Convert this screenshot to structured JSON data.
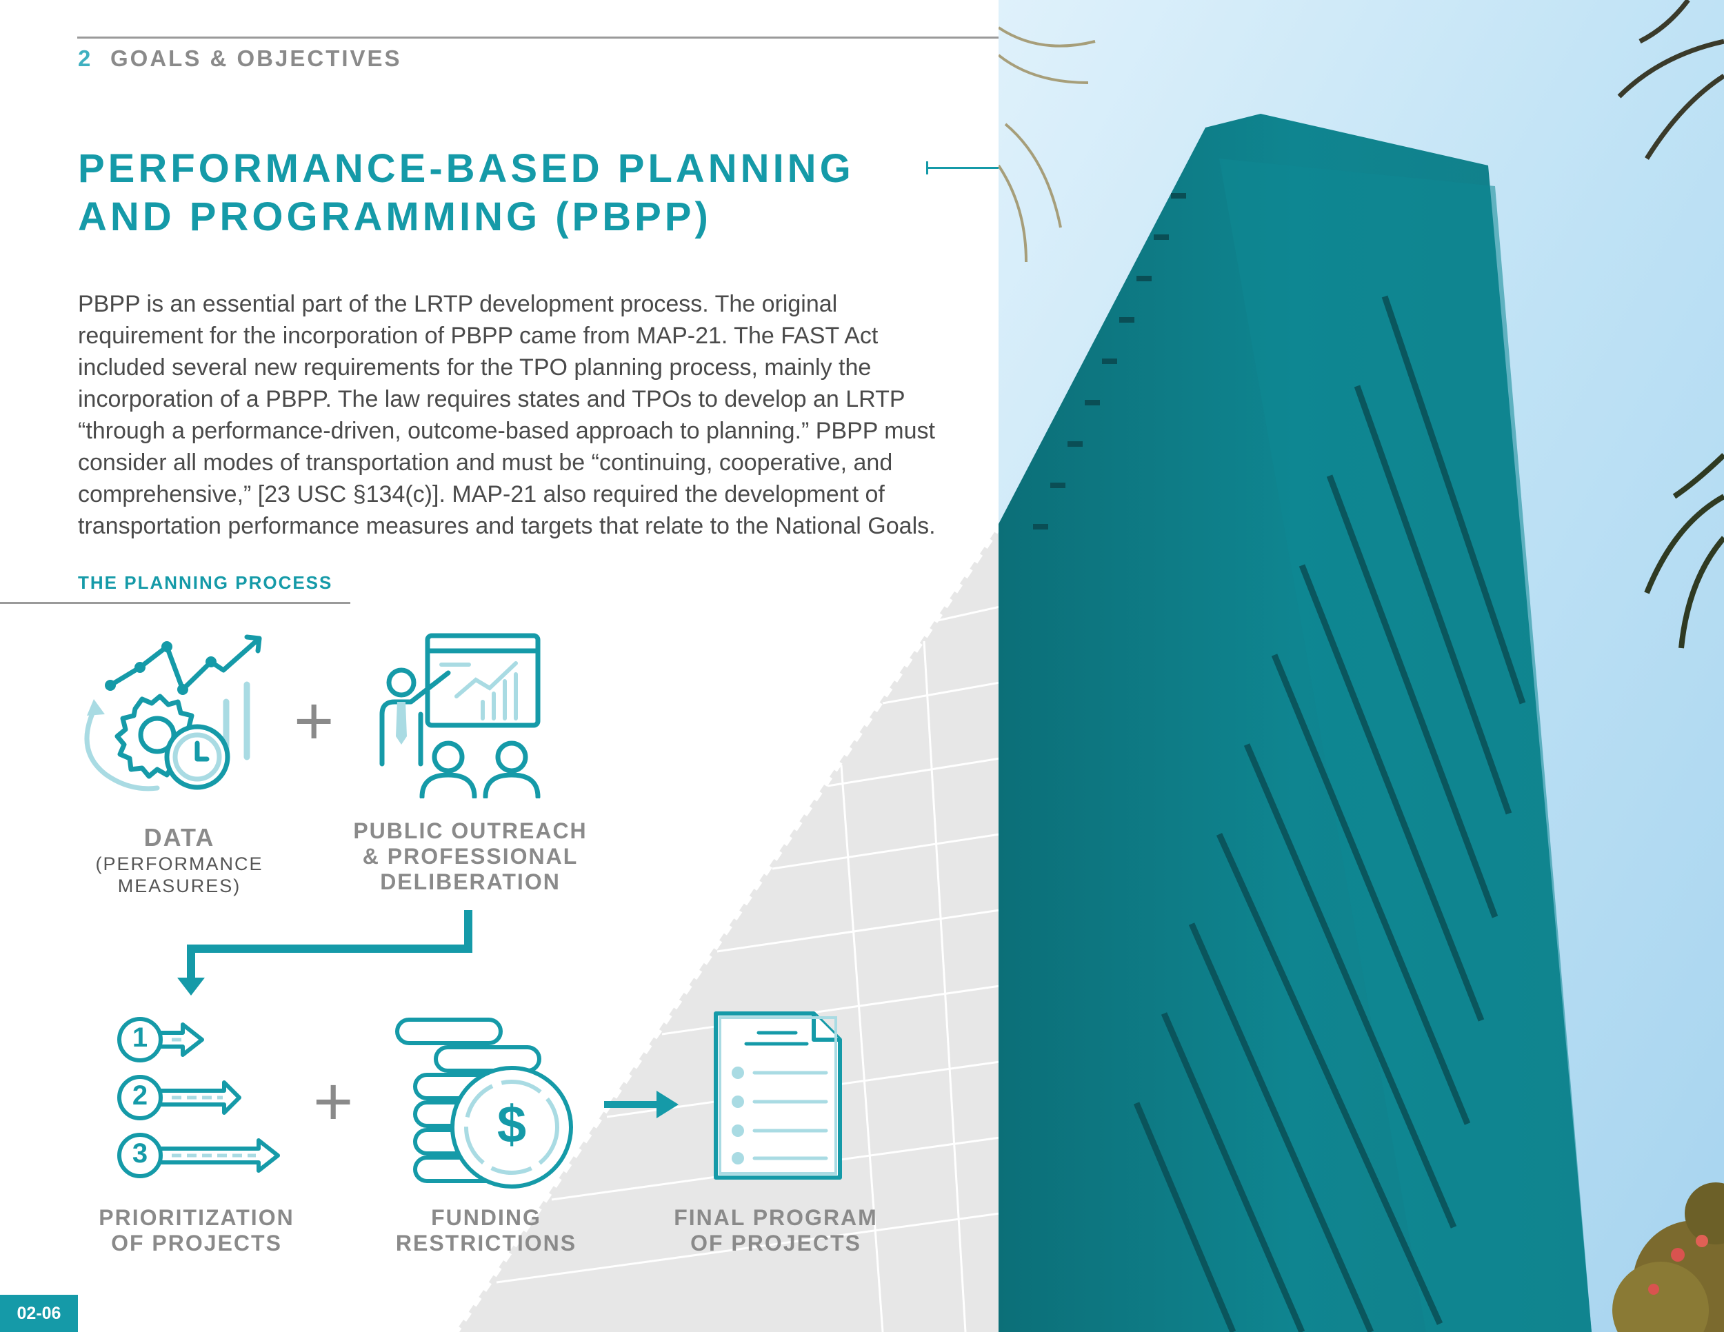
{
  "header": {
    "section_number": "2",
    "section_title": "GOALS & OBJECTIVES"
  },
  "page_title": "PERFORMANCE-BASED PLANNING AND PROGRAMMING (PBPP)",
  "body_text": "PBPP is an essential part of the LRTP development process. The original requirement for the incorporation of PBPP came from MAP-21. The FAST Act included several new requirements for the TPO planning process, mainly the incorporation of a PBPP. The law requires states and TPOs to develop an LRTP “through a performance-driven, outcome-based approach to planning.” PBPP must consider all modes of transportation and must be “continuing, cooperative, and comprehensive,” [23 USC §134(c)]. MAP-21 also required the development of transportation performance measures and targets that relate to the National Goals.",
  "process": {
    "label": "THE PLANNING PROCESS",
    "plus_symbol": "+",
    "steps": [
      {
        "label": "DATA",
        "sublabel_line1": "(PERFORMANCE",
        "sublabel_line2": "MEASURES)",
        "icon": "data-gear-clock-chart-icon"
      },
      {
        "label_line1": "PUBLIC OUTREACH",
        "label_line2": "& PROFESSIONAL",
        "label_line3": "DELIBERATION",
        "icon": "presenter-audience-icon"
      },
      {
        "label_line1": "PRIORITIZATION",
        "label_line2": "OF PROJECTS",
        "icon": "ranked-list-icon"
      },
      {
        "label_line1": "FUNDING",
        "label_line2": "RESTRICTIONS",
        "icon": "coin-stack-dollar-icon"
      },
      {
        "label_line1": "FINAL PROGRAM",
        "label_line2": "OF PROJECTS",
        "icon": "document-list-icon"
      }
    ],
    "rank_numbers": [
      "1",
      "2",
      "3"
    ],
    "currency_symbol": "$"
  },
  "page_number": "02-06",
  "colors": {
    "accent": "#159aa8",
    "accent_light": "#a9dbe3",
    "grey_text": "#8a8a8a",
    "body_text": "#4a4a4a"
  }
}
